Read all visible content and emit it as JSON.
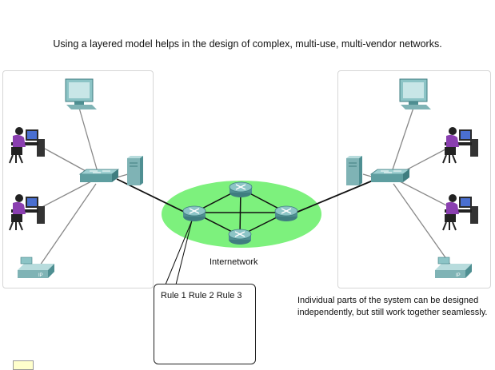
{
  "caption": "Using a layered model helps in the design of complex, multi-use, multi-vendor networks.",
  "internetwork_label": "Internetwork",
  "rule_box_text": "Rule 1 Rule 2 Rule 3",
  "note_line1": "Individual parts of the system can be designed",
  "note_line2": "independently, but still work together seamlessly.",
  "phone_label": "IP",
  "colors": {
    "cloud": "#66ee66",
    "device_teal": "#5e9ea0",
    "person_shirt": "#8a3fb0",
    "link_line": "#888888",
    "wan_line": "#111111"
  },
  "icons": [
    "workstation-icon",
    "user-at-desk-icon",
    "ip-phone-icon",
    "server-icon",
    "switch-icon",
    "router-icon"
  ]
}
